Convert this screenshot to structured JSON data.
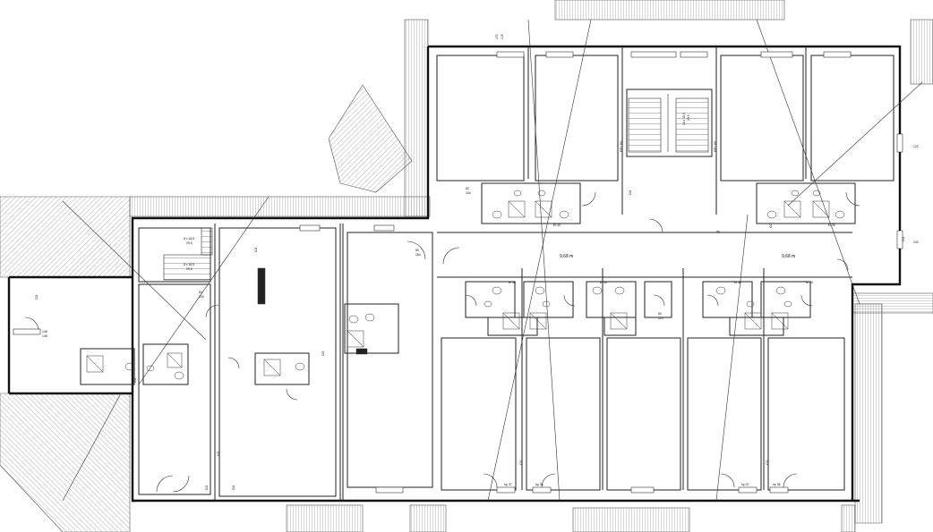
{
  "plan": {
    "areas": {
      "corridor_left": "9,68 m",
      "corridor_right": "9,68 m"
    },
    "stairs": {
      "main_labels": [
        "16 x 16,5",
        "29,5"
      ],
      "left_labels": [
        "8 x 16,5",
        "29,5"
      ],
      "left_labels2": [
        "8 x 16,5",
        "29,5"
      ]
    },
    "fire_doors": [
      "EI 30",
      "EI 30",
      "EI 30",
      "EI 30",
      "EI 30",
      "EI 30"
    ],
    "walls_ei": [
      "REI 60",
      "REI 60"
    ],
    "codes": [
      "CO",
      "CO",
      "CO",
      "CO",
      "CO",
      "CO",
      "CO",
      "CO",
      "CO",
      "CO",
      "CO",
      "CO"
    ],
    "door_labels": [
      "82",
      "244",
      "80",
      "264",
      "82",
      "200",
      "80",
      "210"
    ],
    "window_labels": [
      "172",
      "105",
      "148",
      "145",
      "122",
      "133"
    ],
    "misc": [
      "hp",
      "hp 37",
      "hp 38",
      "hp 37",
      "hp 38"
    ],
    "colors": {
      "wall": "#111111",
      "line": "#222222",
      "roof_hatch": "#555555",
      "background": "#ffffff"
    }
  }
}
